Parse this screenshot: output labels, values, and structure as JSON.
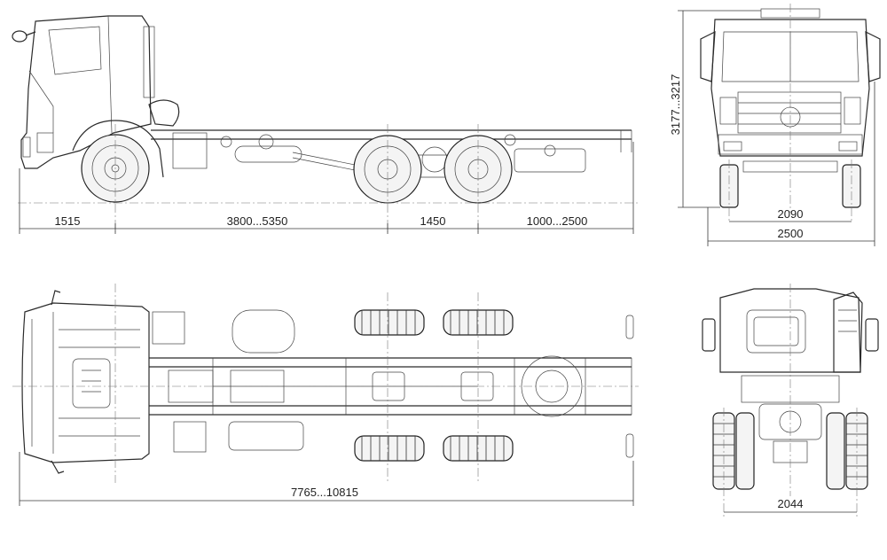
{
  "drawing": {
    "subject": "",
    "views": {
      "side": "",
      "top": "",
      "front": "",
      "rear": ""
    },
    "dimensions": {
      "front_overhang": "1515",
      "wheelbase": "3800...5350",
      "tandem_spacing": "1450",
      "rear_overhang": "1000...2500",
      "overall_length": "7765...10815",
      "overall_height": "3177...3217",
      "front_track": "2090",
      "overall_width": "2500",
      "rear_track": "2044"
    }
  }
}
